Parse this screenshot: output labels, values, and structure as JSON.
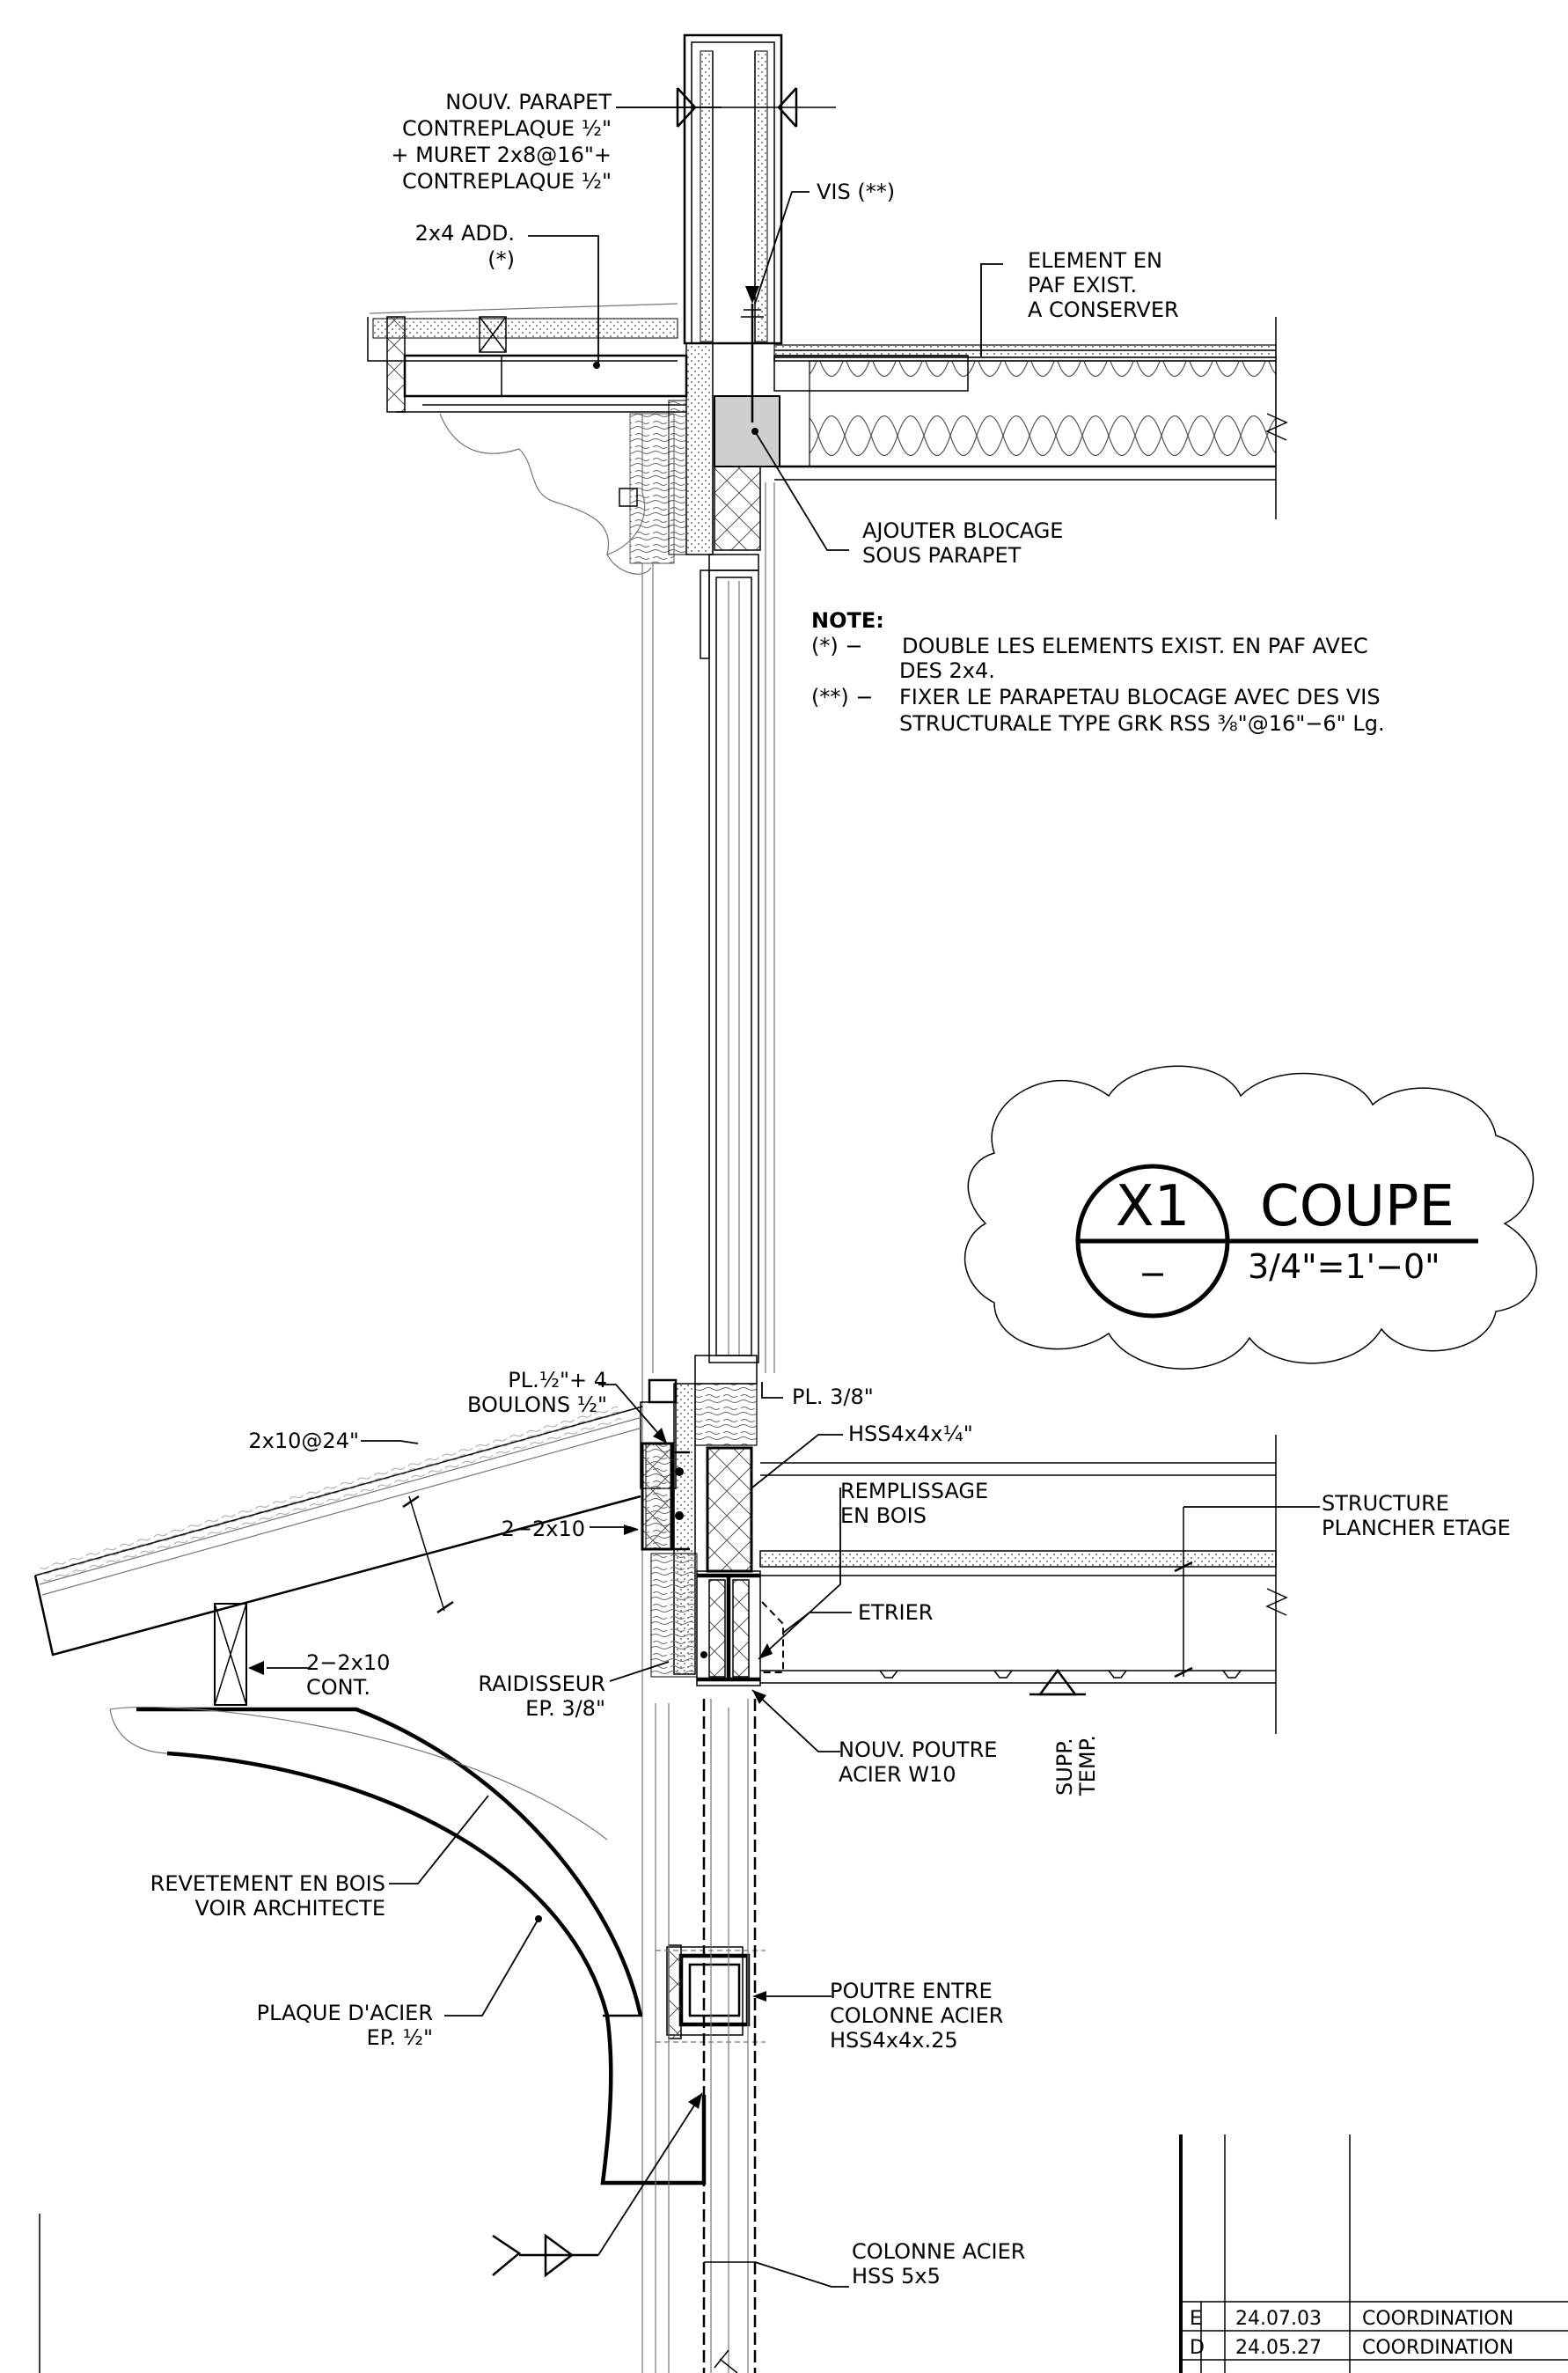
{
  "labels": {
    "parapet": [
      "NOUV. PARAPET",
      "CONTREPLAQUE ½\"",
      "+ MURET 2x8@16\"+",
      "CONTREPLAQUE ½\""
    ],
    "add_2x4": [
      "2x4 ADD.",
      "(*)"
    ],
    "vis": "VIS (**)",
    "element_paf": [
      "ELEMENT EN",
      "PAF EXIST.",
      "A CONSERVER"
    ],
    "blocage": [
      "AJOUTER BLOCAGE",
      "SOUS PARAPET"
    ],
    "pl_half": [
      "PL.½\"+ 4",
      "BOULONS ½\""
    ],
    "pl_38": "PL. 3/8\"",
    "hss_top": "HSS4x4x¼\"",
    "joist_2x10": "2x10@24\"",
    "remplissage": [
      "REMPLISSAGE",
      "EN BOIS"
    ],
    "double_2x10": "2−2x10",
    "structure": [
      "STRUCTURE",
      "PLANCHER ETAGE"
    ],
    "etrier": "ETRIER",
    "cont_2x10": [
      "2−2x10",
      "CONT."
    ],
    "raidisseur": [
      "RAIDISSEUR",
      "EP. 3/8\""
    ],
    "poutre_w10": [
      "NOUV. POUTRE",
      "ACIER W10"
    ],
    "supp_temp": [
      "SUPP.",
      "TEMP."
    ],
    "revetement": [
      "REVETEMENT EN BOIS",
      "VOIR ARCHITECTE"
    ],
    "plaque": [
      "PLAQUE D'ACIER",
      "EP. ½\""
    ],
    "poutre_entre": [
      "POUTRE ENTRE",
      "COLONNE ACIER",
      "HSS4x4x.25"
    ],
    "colonne": [
      "COLONNE ACIER",
      "HSS 5x5"
    ]
  },
  "note": {
    "heading": "NOTE:",
    "lines": [
      {
        "mark": "(*)  −",
        "text": "DOUBLE LES ELEMENTS EXIST. EN PAF AVEC"
      },
      {
        "mark": "",
        "text": "DES 2x4."
      },
      {
        "mark": "(**)  −",
        "text": "FIXER LE PARAPETAU BLOCAGE AVEC DES VIS"
      },
      {
        "mark": "",
        "text": "STRUCTURALE TYPE GRK RSS ⅜\"@16\"−6\" Lg."
      }
    ]
  },
  "section_title": {
    "tag": "X1",
    "sheet": "−",
    "name": "COUPE",
    "scale": "3/4\"=1'−0\""
  },
  "revisions": [
    {
      "letter": "E",
      "date": "24.07.03",
      "description": "COORDINATION"
    },
    {
      "letter": "D",
      "date": "24.05.27",
      "description": "COORDINATION"
    }
  ]
}
